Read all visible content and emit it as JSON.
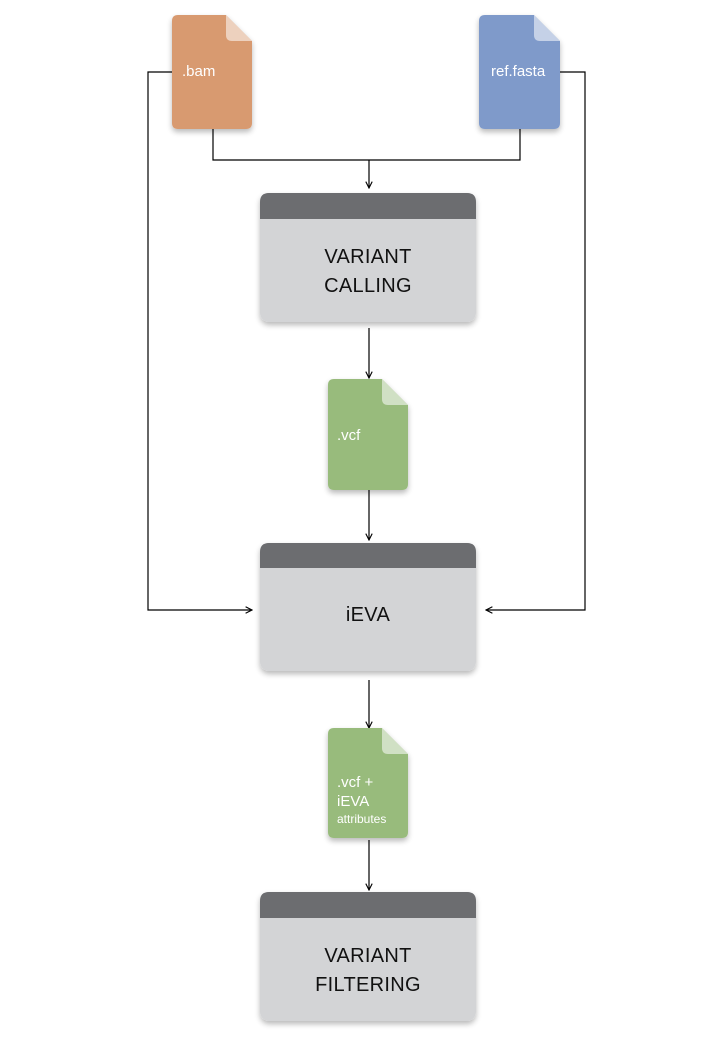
{
  "colors": {
    "bam_file": "#D89A70",
    "fasta_file": "#7F9ACA",
    "vcf_file": "#98BB7C",
    "process_body": "#D3D4D6",
    "process_header": "#6C6D70",
    "connector": "#000000"
  },
  "files": {
    "bam": {
      "label": ".bam",
      "icon": "file-icon"
    },
    "fasta": {
      "label": "ref.fasta",
      "icon": "file-icon"
    },
    "vcf": {
      "label": ".vcf",
      "icon": "file-icon"
    },
    "vcf_attr": {
      "line1": ".vcf +",
      "line2": "iEVA",
      "line3": "attributes",
      "icon": "file-icon"
    }
  },
  "processes": {
    "variant_calling": {
      "line1": "VARIANT",
      "line2": "CALLING"
    },
    "ieva": {
      "line1": "iEVA"
    },
    "variant_filtering": {
      "line1": "VARIANT",
      "line2": "FILTERING"
    }
  }
}
